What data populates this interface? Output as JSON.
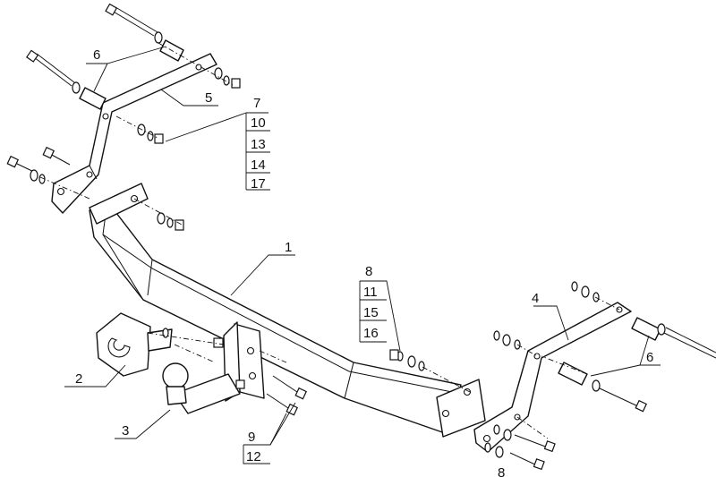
{
  "callouts": {
    "c1": "1",
    "c2": "2",
    "c3": "3",
    "c4": "4",
    "c5": "5",
    "c6_top": "6",
    "c6_right": "6",
    "c7": "7",
    "c10": "10",
    "c13": "13",
    "c14": "14",
    "c17": "17",
    "c8": "8",
    "c11": "11",
    "c15": "15",
    "c16": "16",
    "c9": "9",
    "c12": "12",
    "c8_bottom": "8"
  }
}
